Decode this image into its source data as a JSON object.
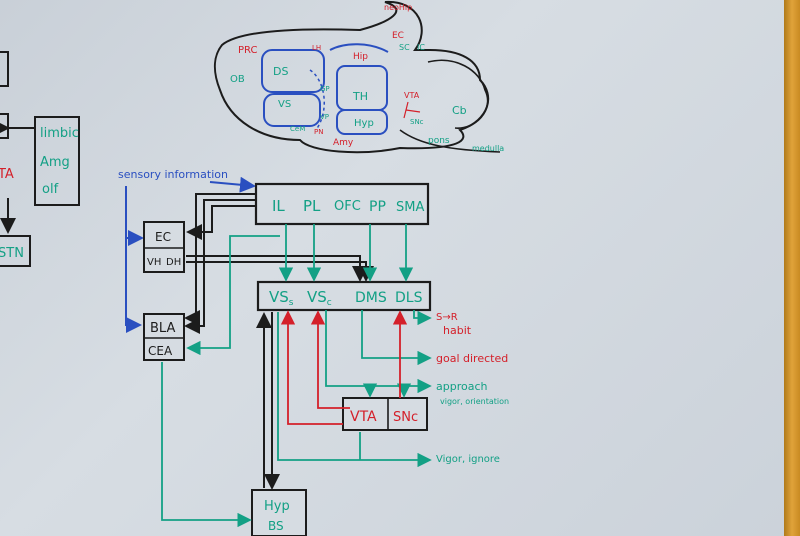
{
  "colors": {
    "black": "#1c1c1c",
    "blue": "#2a4fc0",
    "green": "#13a085",
    "red": "#d4202a",
    "board": "#d2d8de"
  },
  "left_edge": {
    "limbic": "limbic",
    "amg": "Amg",
    "olf": "olf",
    "ta": "TA",
    "stn": "STN"
  },
  "brain": {
    "prc": "PRC",
    "ob": "OB",
    "ds": "DS",
    "vs": "VS",
    "th": "TH",
    "hyp": "Hyp",
    "hip": "Hip",
    "ec": "EC",
    "cb": "Cb",
    "pons": "pons",
    "medulla": "medulla",
    "amy": "Amy",
    "vta": "VTA",
    "snc": "SNc",
    "neoHip": "neoHip",
    "sc": "SC",
    "ic": "IC",
    "lh": "LH",
    "vp": "VP",
    "cem": "CeM",
    "gp": "GP",
    "pn": "PN"
  },
  "sensory": "sensory information",
  "cortex": {
    "il": "IL",
    "pl": "PL",
    "ofc": "OFC",
    "pp": "PP",
    "sma": "SMA"
  },
  "ec_box": {
    "ec": "EC",
    "vh": "VH",
    "dh": "DH"
  },
  "amyg_box": {
    "bla": "BLA",
    "cea": "CEA"
  },
  "striatum": {
    "vss": "VS",
    "vss_sub": "s",
    "vsc": "VS",
    "vsc_sub": "c",
    "dms": "DMS",
    "dls": "DLS"
  },
  "da_box": {
    "vta": "VTA",
    "snc": "SNc"
  },
  "hyp_box": {
    "hyp": "Hyp",
    "bs": "BS"
  },
  "outputs": {
    "sr": "S→R",
    "habit": "habit",
    "goal": "goal directed",
    "approach": "approach",
    "vigor_orient": "vigor, orientation",
    "vigor_ignore": "Vigor, ignore"
  }
}
